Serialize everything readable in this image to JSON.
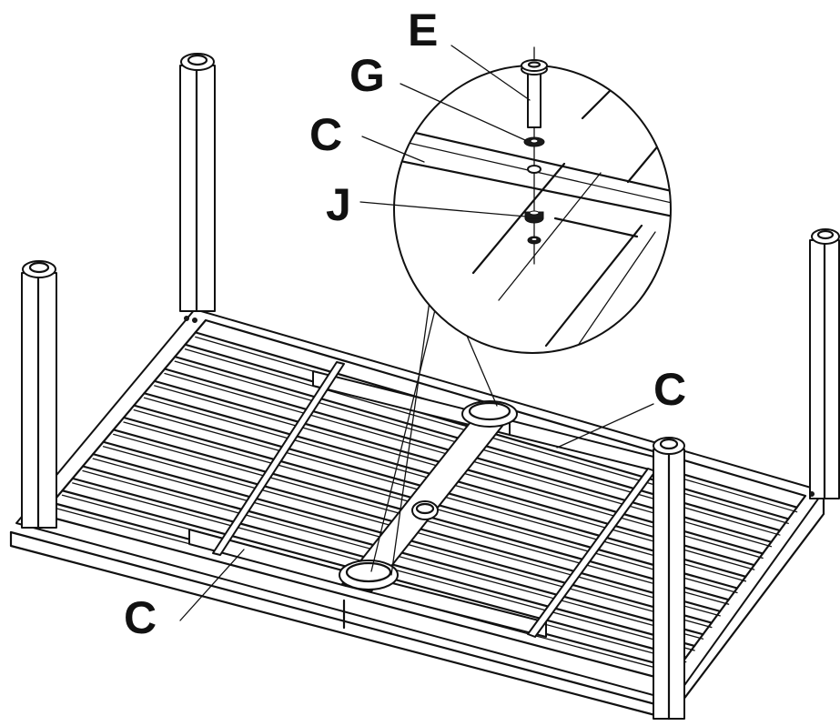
{
  "callouts": {
    "e": "E",
    "g": "G",
    "c_top": "C",
    "j": "J",
    "c_right": "C",
    "c_bottom": "C"
  },
  "colors": {
    "line": "#111111",
    "background": "#ffffff"
  }
}
